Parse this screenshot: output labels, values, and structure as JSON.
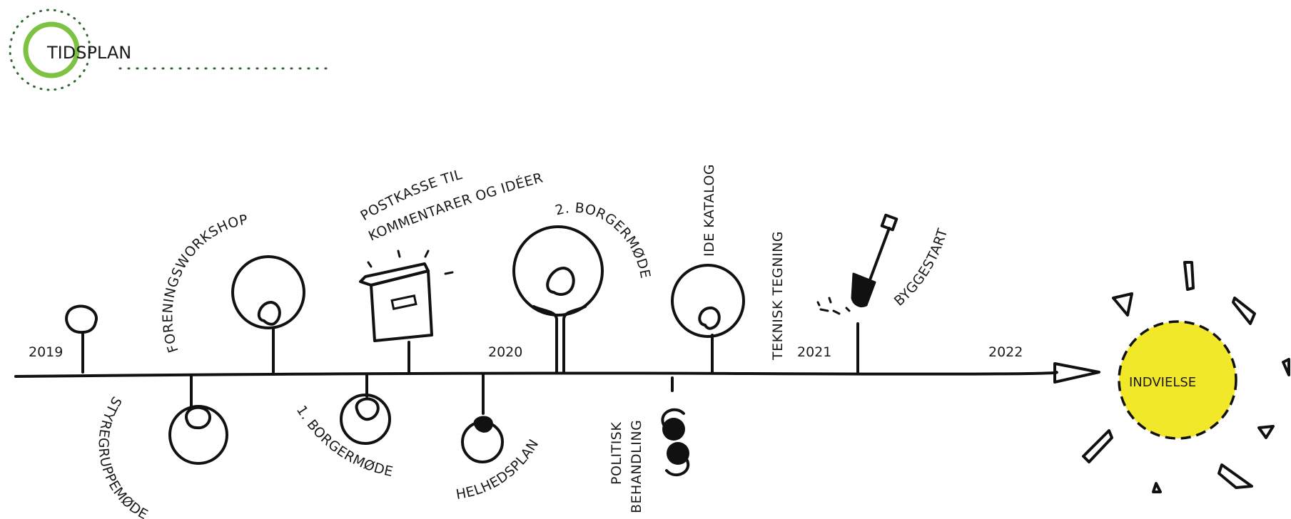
{
  "header": {
    "title": "TIDSPLAN",
    "accent_color": "#7dc242"
  },
  "timeline": {
    "years": [
      "2019",
      "2020",
      "2021",
      "2022"
    ],
    "above": [
      "FORENINGSWORKSHOP",
      "POSTKASSE TIL",
      "KOMMENTARER OG IDÉER",
      "2. BORGERMØDE",
      "IDE KATALOG",
      "TEKNISK TEGNING",
      "BYGGESTART"
    ],
    "below": [
      "STYREGRUPPEMØDE",
      "1. BORGERMØDE",
      "HELHEDSPLAN",
      "POLITISK",
      "BEHANDLING"
    ],
    "end": {
      "label": "INDVIELSE",
      "color": "#f2e82a"
    }
  },
  "icons": [
    "tree-icon",
    "mailbox-icon",
    "shovel-icon",
    "paragraph-icon",
    "sun-icon"
  ]
}
